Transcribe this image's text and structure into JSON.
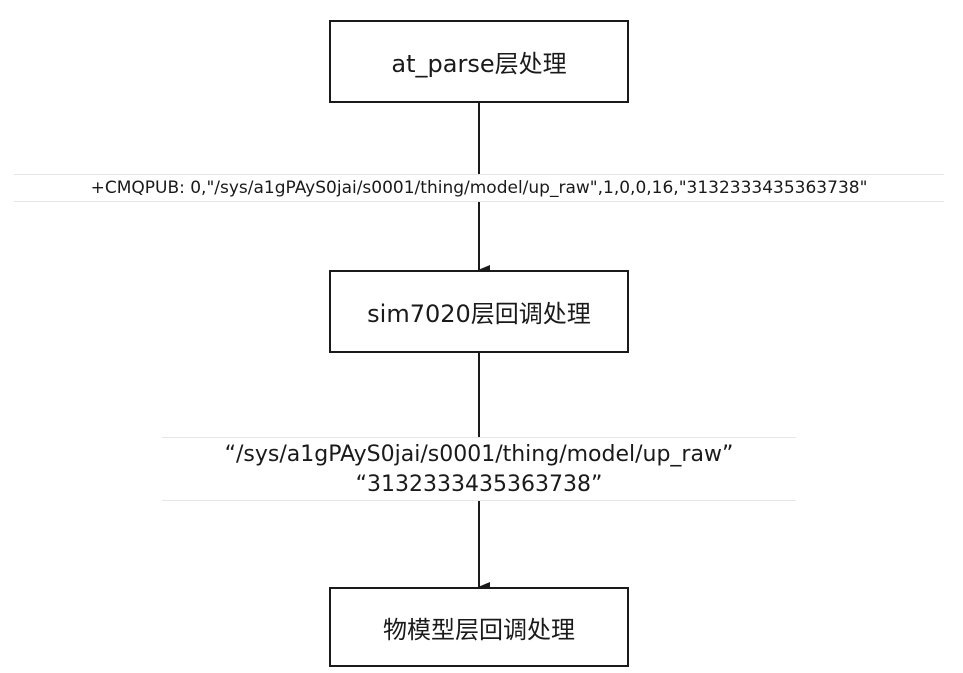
{
  "nodes": {
    "at_parse": "at_parse层处理",
    "sim7020": "sim7020层回调处理",
    "model": "物模型层回调处理"
  },
  "edges": {
    "edge1_label": "+CMQPUB: 0,\"/sys/a1gPAyS0jai/s0001/thing/model/up_raw\",1,0,0,16,\"3132333435363738\"",
    "edge2_label_line1": "“/sys/a1gPAyS0jai/s0001/thing/model/up_raw”",
    "edge2_label_line2": "“3132333435363738”"
  }
}
